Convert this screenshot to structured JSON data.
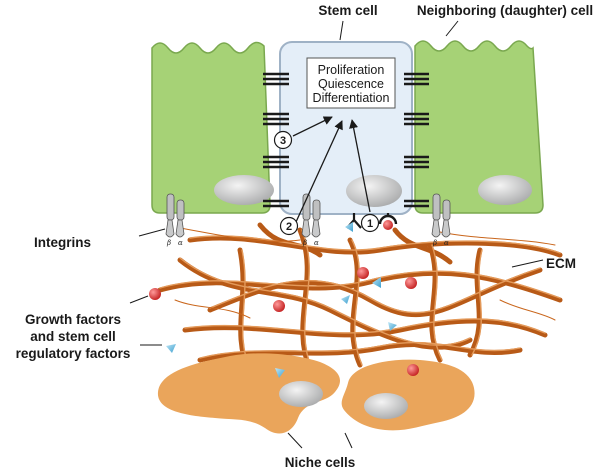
{
  "labels": {
    "stem_cell": "Stem cell",
    "neighboring_cell": "Neighboring (daughter) cell",
    "integrins": "Integrins",
    "ecm": "ECM",
    "growth_factors_1": "Growth factors",
    "growth_factors_2": "and stem cell",
    "growth_factors_3": "regulatory factors",
    "niche_cells": "Niche cells"
  },
  "fate_box": {
    "line1": "Proliferation",
    "line2": "Quiescence",
    "line3": "Differentiation"
  },
  "markers": {
    "m1": "1",
    "m2": "2",
    "m3": "3"
  },
  "integrin_subunits": {
    "beta": "β",
    "alpha": "α"
  },
  "colors": {
    "neighbor_fill": "#a6d276",
    "stem_fill": "#e4eef8",
    "niche_fill": "#eaa55b",
    "fiber": "#c9661c",
    "factor_red": "#d63a3a",
    "factor_blue": "#6bbfe0",
    "nucleus": "#cfd0d1"
  }
}
